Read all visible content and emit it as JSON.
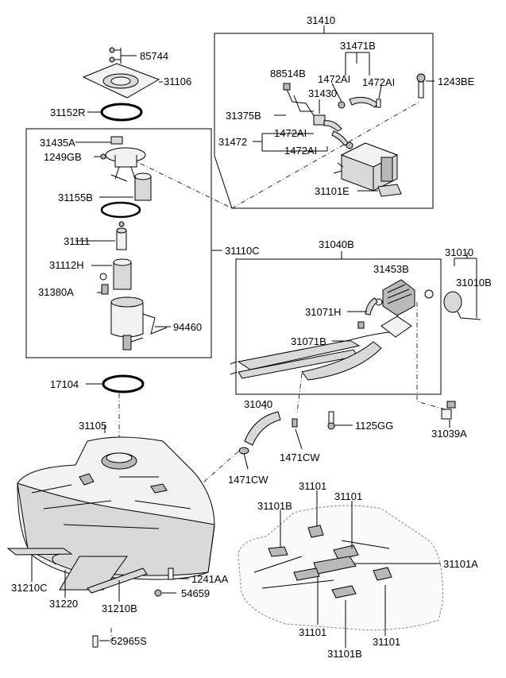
{
  "labels": {
    "l31410": "31410",
    "l85744": "85744",
    "l31106": "31106",
    "l31152R": "31152R",
    "l31471B": "31471B",
    "l88514B": "88514B",
    "l1472AI_a": "1472AI",
    "l1472AI_b": "1472AI",
    "l1243BE": "1243BE",
    "l31430": "31430",
    "l31375B": "31375B",
    "l1472AI_c": "1472AI",
    "l31472": "31472",
    "l1472AI_d": "1472AI",
    "l31435A": "31435A",
    "l1249GB": "1249GB",
    "l31101E": "31101E",
    "l31155B": "31155B",
    "l31111": "31111",
    "l31110C": "31110C",
    "l31040B": "31040B",
    "l31010": "31010",
    "l31112H": "31112H",
    "l31453B": "31453B",
    "l31010B": "31010B",
    "l31380A": "31380A",
    "l31071H": "31071H",
    "l94460": "94460",
    "l31071B": "31071B",
    "l17104": "17104",
    "l31040": "31040",
    "l31105": "31105",
    "l1125GG": "1125GG",
    "l31039A": "31039A",
    "l1471CW_a": "1471CW",
    "l1471CW_b": "1471CW",
    "l31101_a": "31101",
    "l31101B_a": "31101B",
    "l31101_b": "31101",
    "l31101A": "31101A",
    "l1241AA": "1241AA",
    "l31210C": "31210C",
    "l54659": "54659",
    "l31220": "31220",
    "l31210B": "31210B",
    "l31101_c": "31101",
    "l31101_d": "31101",
    "l31101B_b": "31101B",
    "l52965S": "52965S"
  }
}
